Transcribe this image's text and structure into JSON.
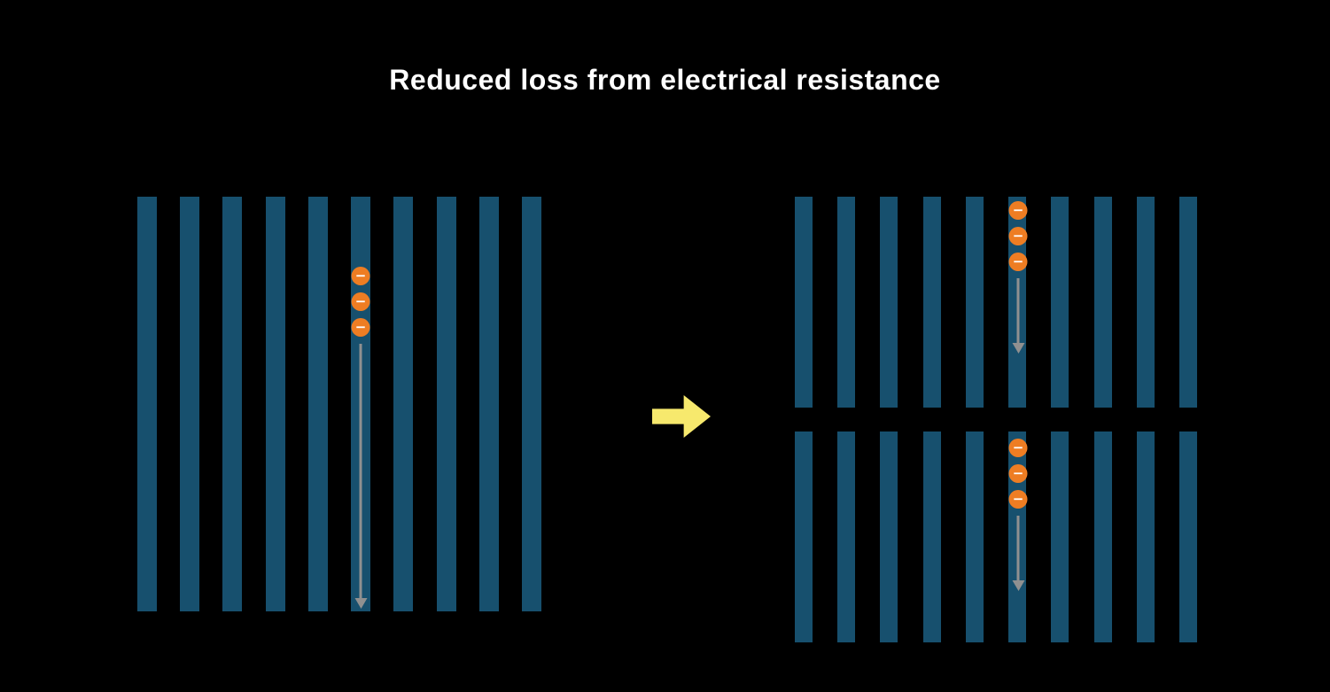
{
  "title": "Reduced loss from electrical resistance",
  "electron_symbol": "−",
  "colors": {
    "background": "#000000",
    "bar": "#17506e",
    "electron": "#ee7d23",
    "electron_symbol": "#ffffff",
    "flow_arrow": "#909090",
    "transition_arrow": "#f7e96d"
  },
  "panels": {
    "before": {
      "bar_count": 10,
      "electron_count": 3
    },
    "after_top": {
      "bar_count": 10,
      "electron_count": 3
    },
    "after_bottom": {
      "bar_count": 10,
      "electron_count": 3
    }
  }
}
